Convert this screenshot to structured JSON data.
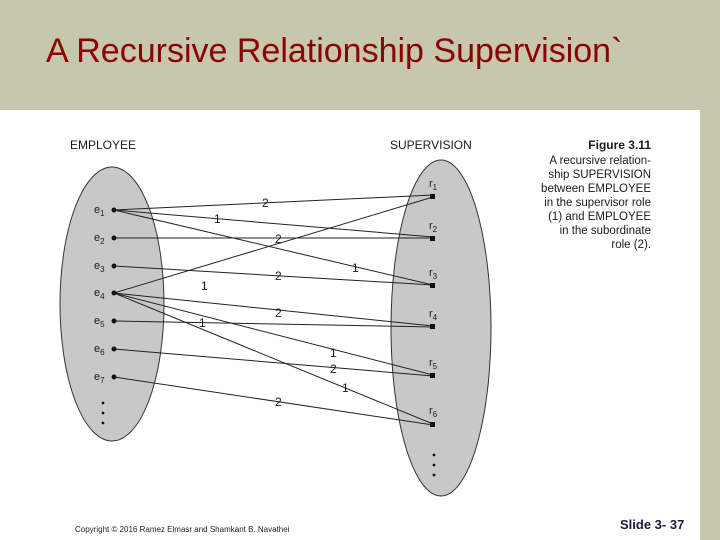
{
  "slide": {
    "title": "A Recursive Relationship Supervision`",
    "copyright": "Copyright © 2016 Ramez Elmasr and Shamkant B. Navathei",
    "slide_number": "Slide 3- 37"
  },
  "figure": {
    "entity_label": "EMPLOYEE",
    "relationship_label": "SUPERVISION",
    "caption_title": "Figure 3.11",
    "caption_lines": [
      "A recursive relation-",
      "ship SUPERVISION",
      "between EMPLOYEE",
      "in the supervisor role",
      "(1) and EMPLOYEE",
      "in the subordinate",
      "role (2)."
    ],
    "employees": [
      "e1",
      "e2",
      "e3",
      "e4",
      "e5",
      "e6",
      "e7"
    ],
    "relationships": [
      "r1",
      "r2",
      "r3",
      "r4",
      "r5",
      "r6"
    ],
    "edge_labels": [
      "2",
      "1",
      "2",
      "1",
      "2",
      "1",
      "2",
      "1",
      "1",
      "2",
      "1",
      "2"
    ]
  }
}
